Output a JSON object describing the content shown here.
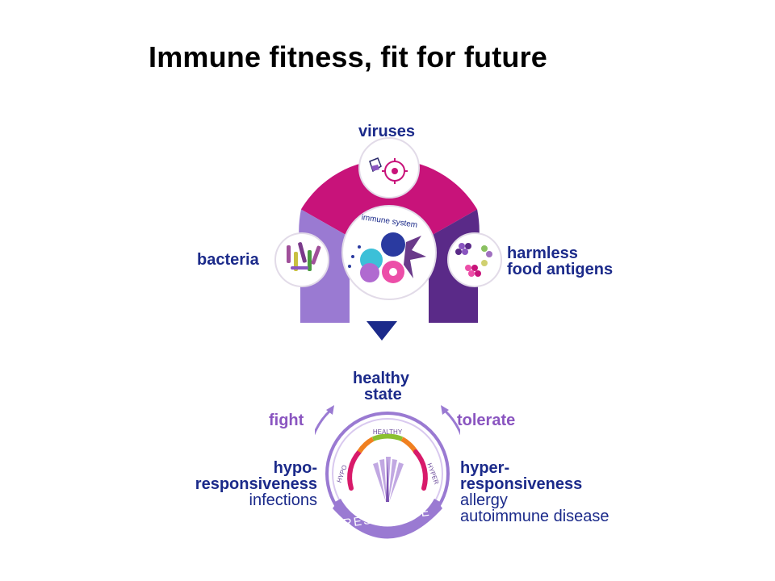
{
  "title": "Immune fitness, fit for future",
  "diagram": {
    "top": {
      "viruses": "viruses",
      "bacteria": "bacteria",
      "food_line1": "harmless",
      "food_line2": "food antigens",
      "center_label": "immune system"
    },
    "bottom": {
      "healthy_line1": "healthy",
      "healthy_line2": "state",
      "fight": "fight",
      "tolerate": "tolerate",
      "hypo_line1": "hypo-",
      "hypo_line2": "responsiveness",
      "hypo_line3": "infections",
      "hyper_line1": "hyper-",
      "hyper_line2": "responsiveness",
      "hyper_line3": "allergy",
      "hyper_line4": "autoimmune disease",
      "gauge_healthy": "HEALTHY",
      "gauge_hypo": "HYPO",
      "gauge_hyper": "HYPER",
      "resilience": "RESILIENCE"
    }
  },
  "colors": {
    "navy": "#1b2a8a",
    "magenta": "#c8137a",
    "lavender": "#9a7ad2",
    "dark_purple": "#5a2a88",
    "light_purple": "#8a55c0"
  },
  "icons": [
    "virus-icon",
    "bacteria-icon",
    "food-antigen-icon",
    "immune-cells-icon",
    "down-arrow-icon",
    "gauge-icon"
  ]
}
